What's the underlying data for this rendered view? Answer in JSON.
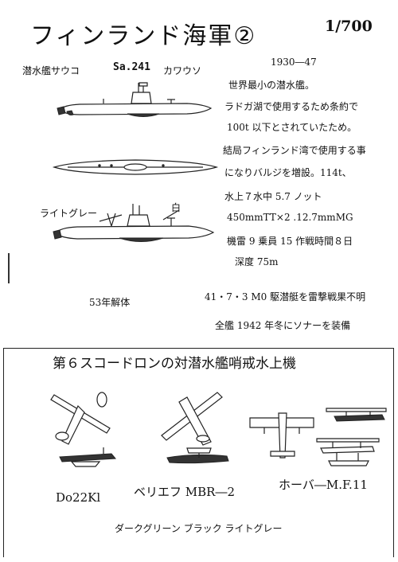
{
  "title": "フィンランド海軍②",
  "scale": "1/700",
  "submarine": {
    "name_label": "潜水艦サウコ",
    "code": "Sa.241",
    "code2": "カワウソ",
    "color_label": "ライトグレー",
    "color_white": "白",
    "disposal": "53年解体"
  },
  "notes": {
    "years": "1930―47",
    "lines": [
      "世界最小の潜水艦。",
      "ラドガ湖で使用するため条約で",
      "100t 以下とされていたため。",
      "結局フィンランド湾で使用する事",
      "になりバルジを増設。114t、",
      "水上７水中 5.7 ノット",
      "450mmTT×2  .12.7mmMG",
      "機雷 9   乗員 15   作戦時間８日",
      "深度 75m"
    ],
    "event": "41・7・3   M0 駆潜艇を雷撃戦果不明",
    "sonar": "全艦 1942 年冬にソナーを装備"
  },
  "section": {
    "title": "第６スコードロンの対潜水艦哨戒水上機",
    "planes": [
      "Do22Kl",
      "ベリエフ MBR―2",
      "ホーバ―M.F.11"
    ],
    "colors": "ダークグリーン   ブラック   ライトグレー"
  }
}
